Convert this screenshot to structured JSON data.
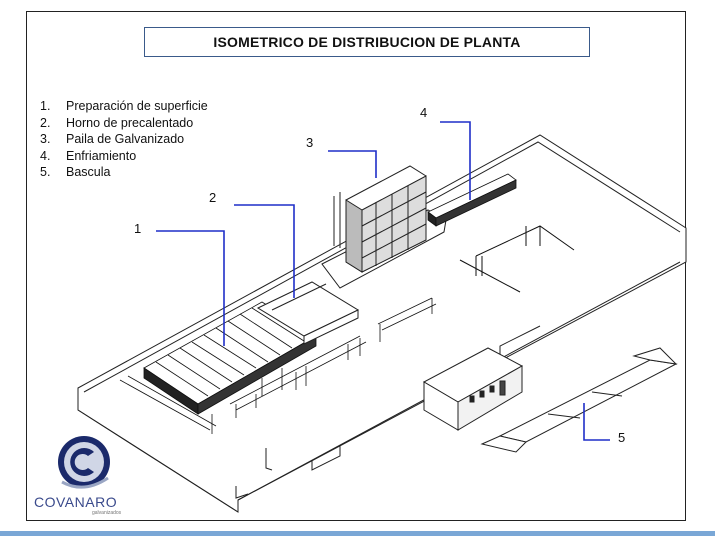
{
  "title": "ISOMETRICO DE DISTRIBUCION DE PLANTA",
  "legend": [
    {
      "num": "1.",
      "label": "Preparación de superficie"
    },
    {
      "num": "2.",
      "label": "Horno de precalentado"
    },
    {
      "num": "3.",
      "label": "Paila de Galvanizado"
    },
    {
      "num": "4.",
      "label": "Enfriamiento"
    },
    {
      "num": "5.",
      "label": "Bascula"
    }
  ],
  "callouts": [
    "1",
    "2",
    "3",
    "4",
    "5"
  ],
  "logo": {
    "name": "COVANARO",
    "sub": "galvanizados"
  },
  "colors": {
    "callout_line": "#1f2fc8",
    "accent": "#3a4a8c",
    "bar": "#7aa7d6"
  }
}
